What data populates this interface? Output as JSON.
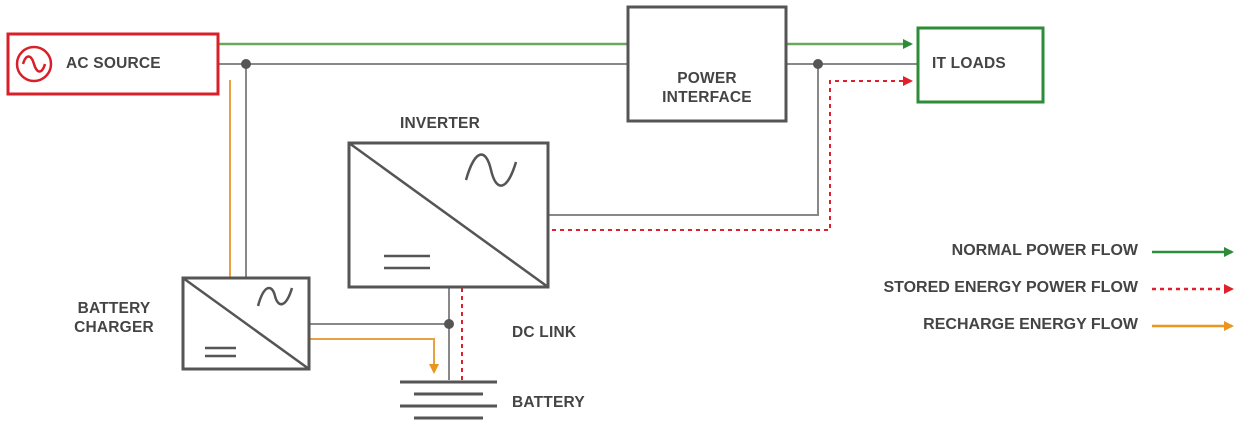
{
  "labels": {
    "ac_source": "AC SOURCE",
    "it_loads": "IT LOADS",
    "power_interface_line1": "POWER",
    "power_interface_line2": "INTERFACE",
    "inverter": "INVERTER",
    "battery_charger_line1": "BATTERY",
    "battery_charger_line2": "CHARGER",
    "dc_link": "DC LINK",
    "battery": "BATTERY"
  },
  "legend": {
    "normal": "NORMAL POWER FLOW",
    "stored": "STORED ENERGY POWER FLOW",
    "recharge": "RECHARGE ENERGY FLOW"
  },
  "colors": {
    "normal_flow": "#2e8b3a",
    "stored_flow": "#e0202a",
    "recharge_flow": "#e8961e",
    "wire": "#888888",
    "box_border": "#555555",
    "ac_source_border": "#d9202a",
    "it_loads_border": "#2e8b3a"
  }
}
